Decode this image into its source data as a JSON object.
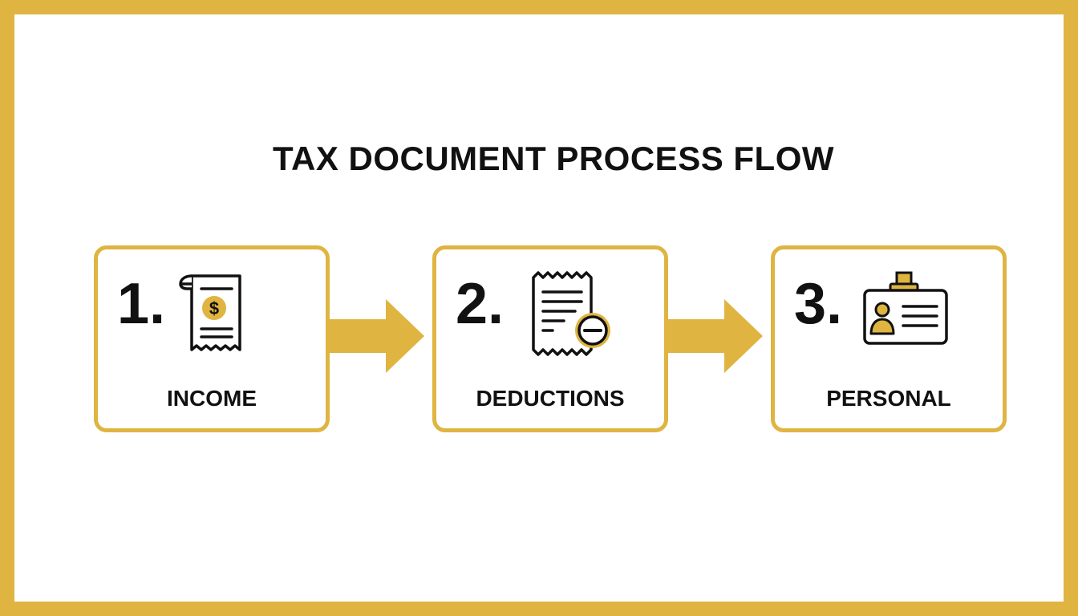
{
  "title": "TAX DOCUMENT PROCESS FLOW",
  "colors": {
    "accent": "#DFB441",
    "ink": "#111111",
    "background": "#ffffff"
  },
  "steps": [
    {
      "number": "1.",
      "label": "INCOME",
      "icon": "receipt-dollar-icon"
    },
    {
      "number": "2.",
      "label": "DEDUCTIONS",
      "icon": "receipt-minus-icon"
    },
    {
      "number": "3.",
      "label": "PERSONAL",
      "icon": "id-badge-icon"
    }
  ],
  "connectors": [
    "arrow-right-icon",
    "arrow-right-icon"
  ]
}
